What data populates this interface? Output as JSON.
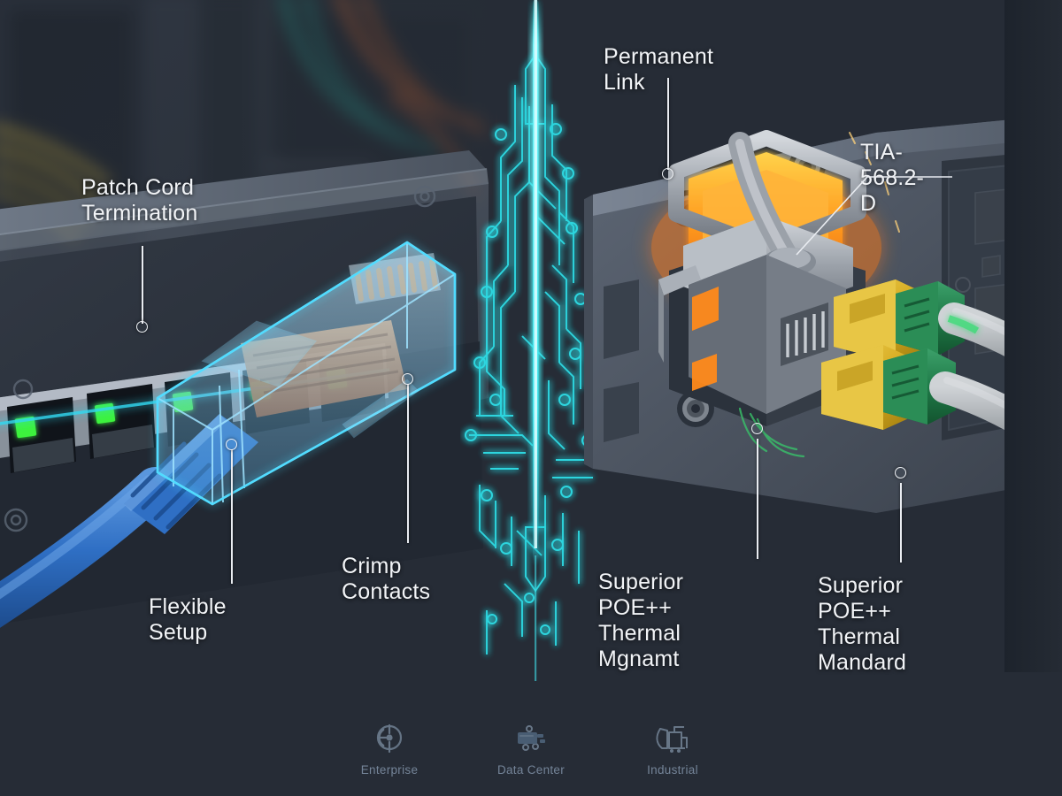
{
  "scene": {
    "title": "RJ45 Patch Cord Termination and Keystone Jack Cutaway Diagram",
    "background_color": "#262c36",
    "accent_color": "#2fe3e8",
    "label_color": "#f2f4f7"
  },
  "callouts": [
    {
      "id": "patch-cord-termination",
      "label": "Patch Cord\nTermination",
      "side": "left"
    },
    {
      "id": "flexible-setup",
      "label": "Flexible Setup",
      "side": "left"
    },
    {
      "id": "crimp-contacts",
      "label": "Crimp Contacts",
      "side": "left"
    },
    {
      "id": "permanent-link",
      "label": "Permanent Link",
      "side": "right"
    },
    {
      "id": "tia-568-2-d",
      "label": "TIA-568.2-D",
      "side": "right"
    },
    {
      "id": "superior-poe-thermal-mgnamt",
      "label": "Superior POE++\nThermal Mgnamt",
      "side": "right"
    },
    {
      "id": "superior-poe-thermal-mandard",
      "label": "Superior POE++\nThermal Mandard",
      "side": "right"
    }
  ],
  "footer": {
    "items": [
      {
        "id": "enterprise",
        "label": "Enterprise",
        "icon": "network-globe-icon"
      },
      {
        "id": "data-center",
        "label": "Data Center",
        "icon": "server-rack-icon"
      },
      {
        "id": "industrial",
        "label": "Industrial",
        "icon": "factory-icon"
      }
    ]
  },
  "hardware": {
    "left_device": {
      "name": "Network switch front panel",
      "port_count": 5,
      "led_color": "#3cf23c",
      "plug": {
        "name": "Transparent RJ45 plug",
        "body_color": "#7fd4ff",
        "contact_color": "#c2703a",
        "cable_color": "#2f6fc4"
      }
    },
    "right_device": {
      "name": "Keystone jack cutaway with fiber adapters",
      "heat_glow_color": "#ff9a1e",
      "metal_color": "#a8adb4",
      "fiber_adapter_color": "#d4a81c",
      "fiber_connector_color": "#1f7a48",
      "fiber_cable_color": "#a9aeb2"
    }
  }
}
